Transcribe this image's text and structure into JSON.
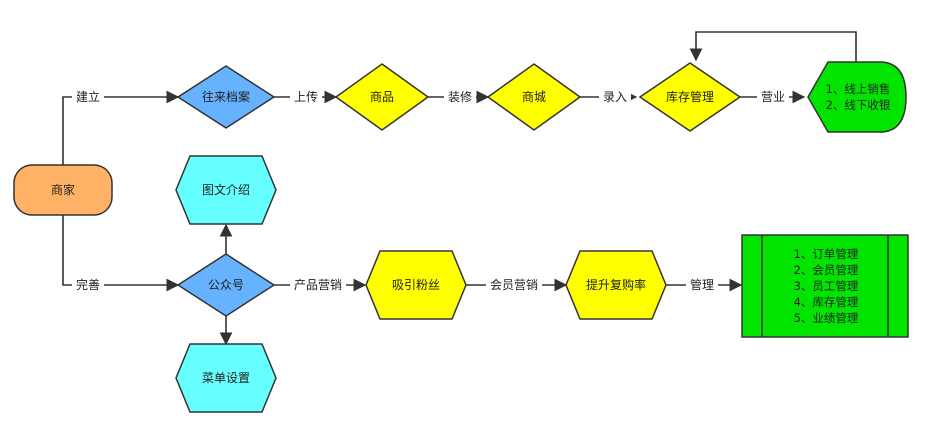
{
  "colors": {
    "line": "#333333",
    "merchant": "#FFB266",
    "blue_diamond": "#66B2FF",
    "yellow": "#FFFF00",
    "cyan": "#66FFFF",
    "green": "#00E400"
  },
  "nodes": {
    "merchant": "商家",
    "archive": "往来档案",
    "product": "商品",
    "mall": "商城",
    "inventory": "库存管理",
    "sales": [
      "1、线上销售",
      "2、线下收银"
    ],
    "official_account": "公众号",
    "graphic_intro": "图文介绍",
    "menu_setup": "菜单设置",
    "attract_fans": "吸引粉丝",
    "repurchase": "提升复购率",
    "management_list": [
      "1、订单管理",
      "2、会员管理",
      "3、员工管理",
      "4、库存管理",
      "5、业绩管理"
    ]
  },
  "edges": {
    "build": "建立",
    "upload": "上传",
    "decorate": "装修",
    "enter": "录入",
    "operate": "营业",
    "improve": "完善",
    "product_marketing": "产品营销",
    "member_marketing": "会员营销",
    "manage": "管理"
  }
}
